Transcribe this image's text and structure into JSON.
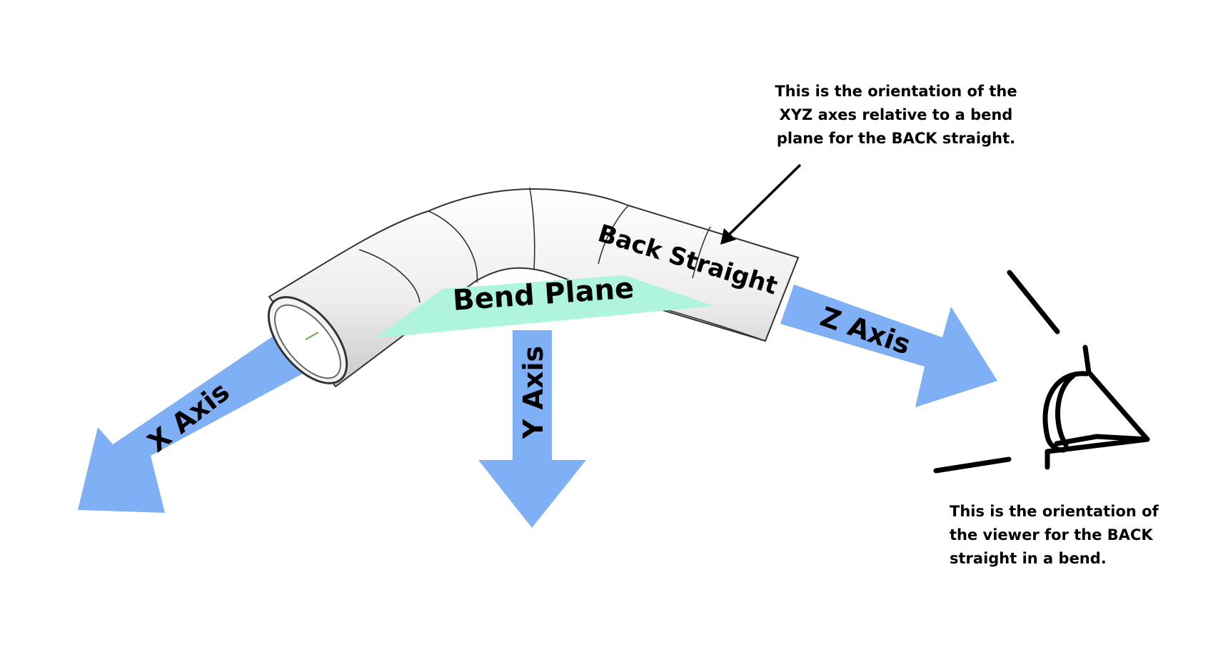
{
  "labels": {
    "x_axis": "X Axis",
    "y_axis": "Y Axis",
    "z_axis": "Z Axis",
    "bend_plane": "Bend Plane",
    "back_straight": "Back Straight"
  },
  "notes": {
    "axes_orientation": "This is the orientation of the XYZ axes relative to a bend plane for the BACK straight.",
    "viewer_orientation": "This is the orientation of the viewer for the BACK straight in a bend."
  },
  "colors": {
    "axis_arrow": "#7fb0f5",
    "bend_plane": "#aef5dc",
    "tube_fill": "#eeeeee",
    "outline": "#000000"
  }
}
